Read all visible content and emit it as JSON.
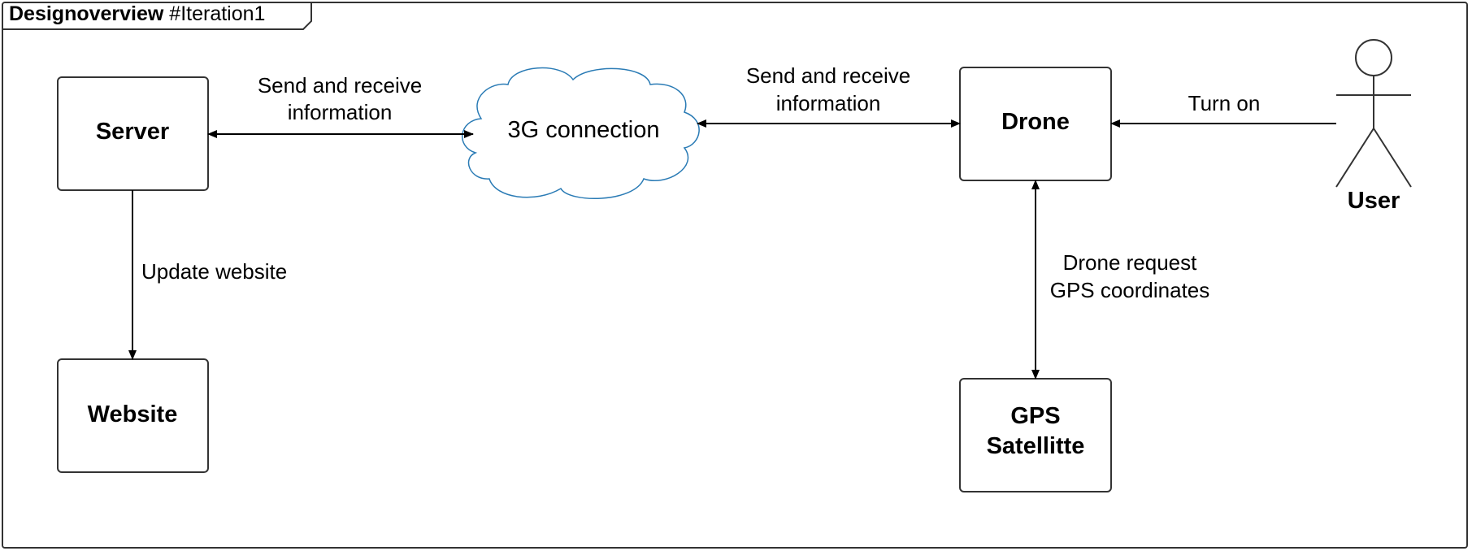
{
  "frame": {
    "title_bold": "Designoverview",
    "title_rest": " #Iteration1"
  },
  "nodes": {
    "server": "Server",
    "website": "Website",
    "cloud": "3G connection",
    "drone": "Drone",
    "gps_line1": "GPS",
    "gps_line2": "Satellitte",
    "user": "User"
  },
  "edges": {
    "server_cloud_line1": "Send and receive",
    "server_cloud_line2": "information",
    "cloud_drone_line1": "Send and receive",
    "cloud_drone_line2": "information",
    "server_website": "Update website",
    "drone_gps_line1": "Drone request",
    "drone_gps_line2": "GPS coordinates",
    "user_drone": "Turn on"
  },
  "colors": {
    "stroke": "#333333",
    "cloud_stroke": "#2a7bb5",
    "text": "#000000"
  }
}
